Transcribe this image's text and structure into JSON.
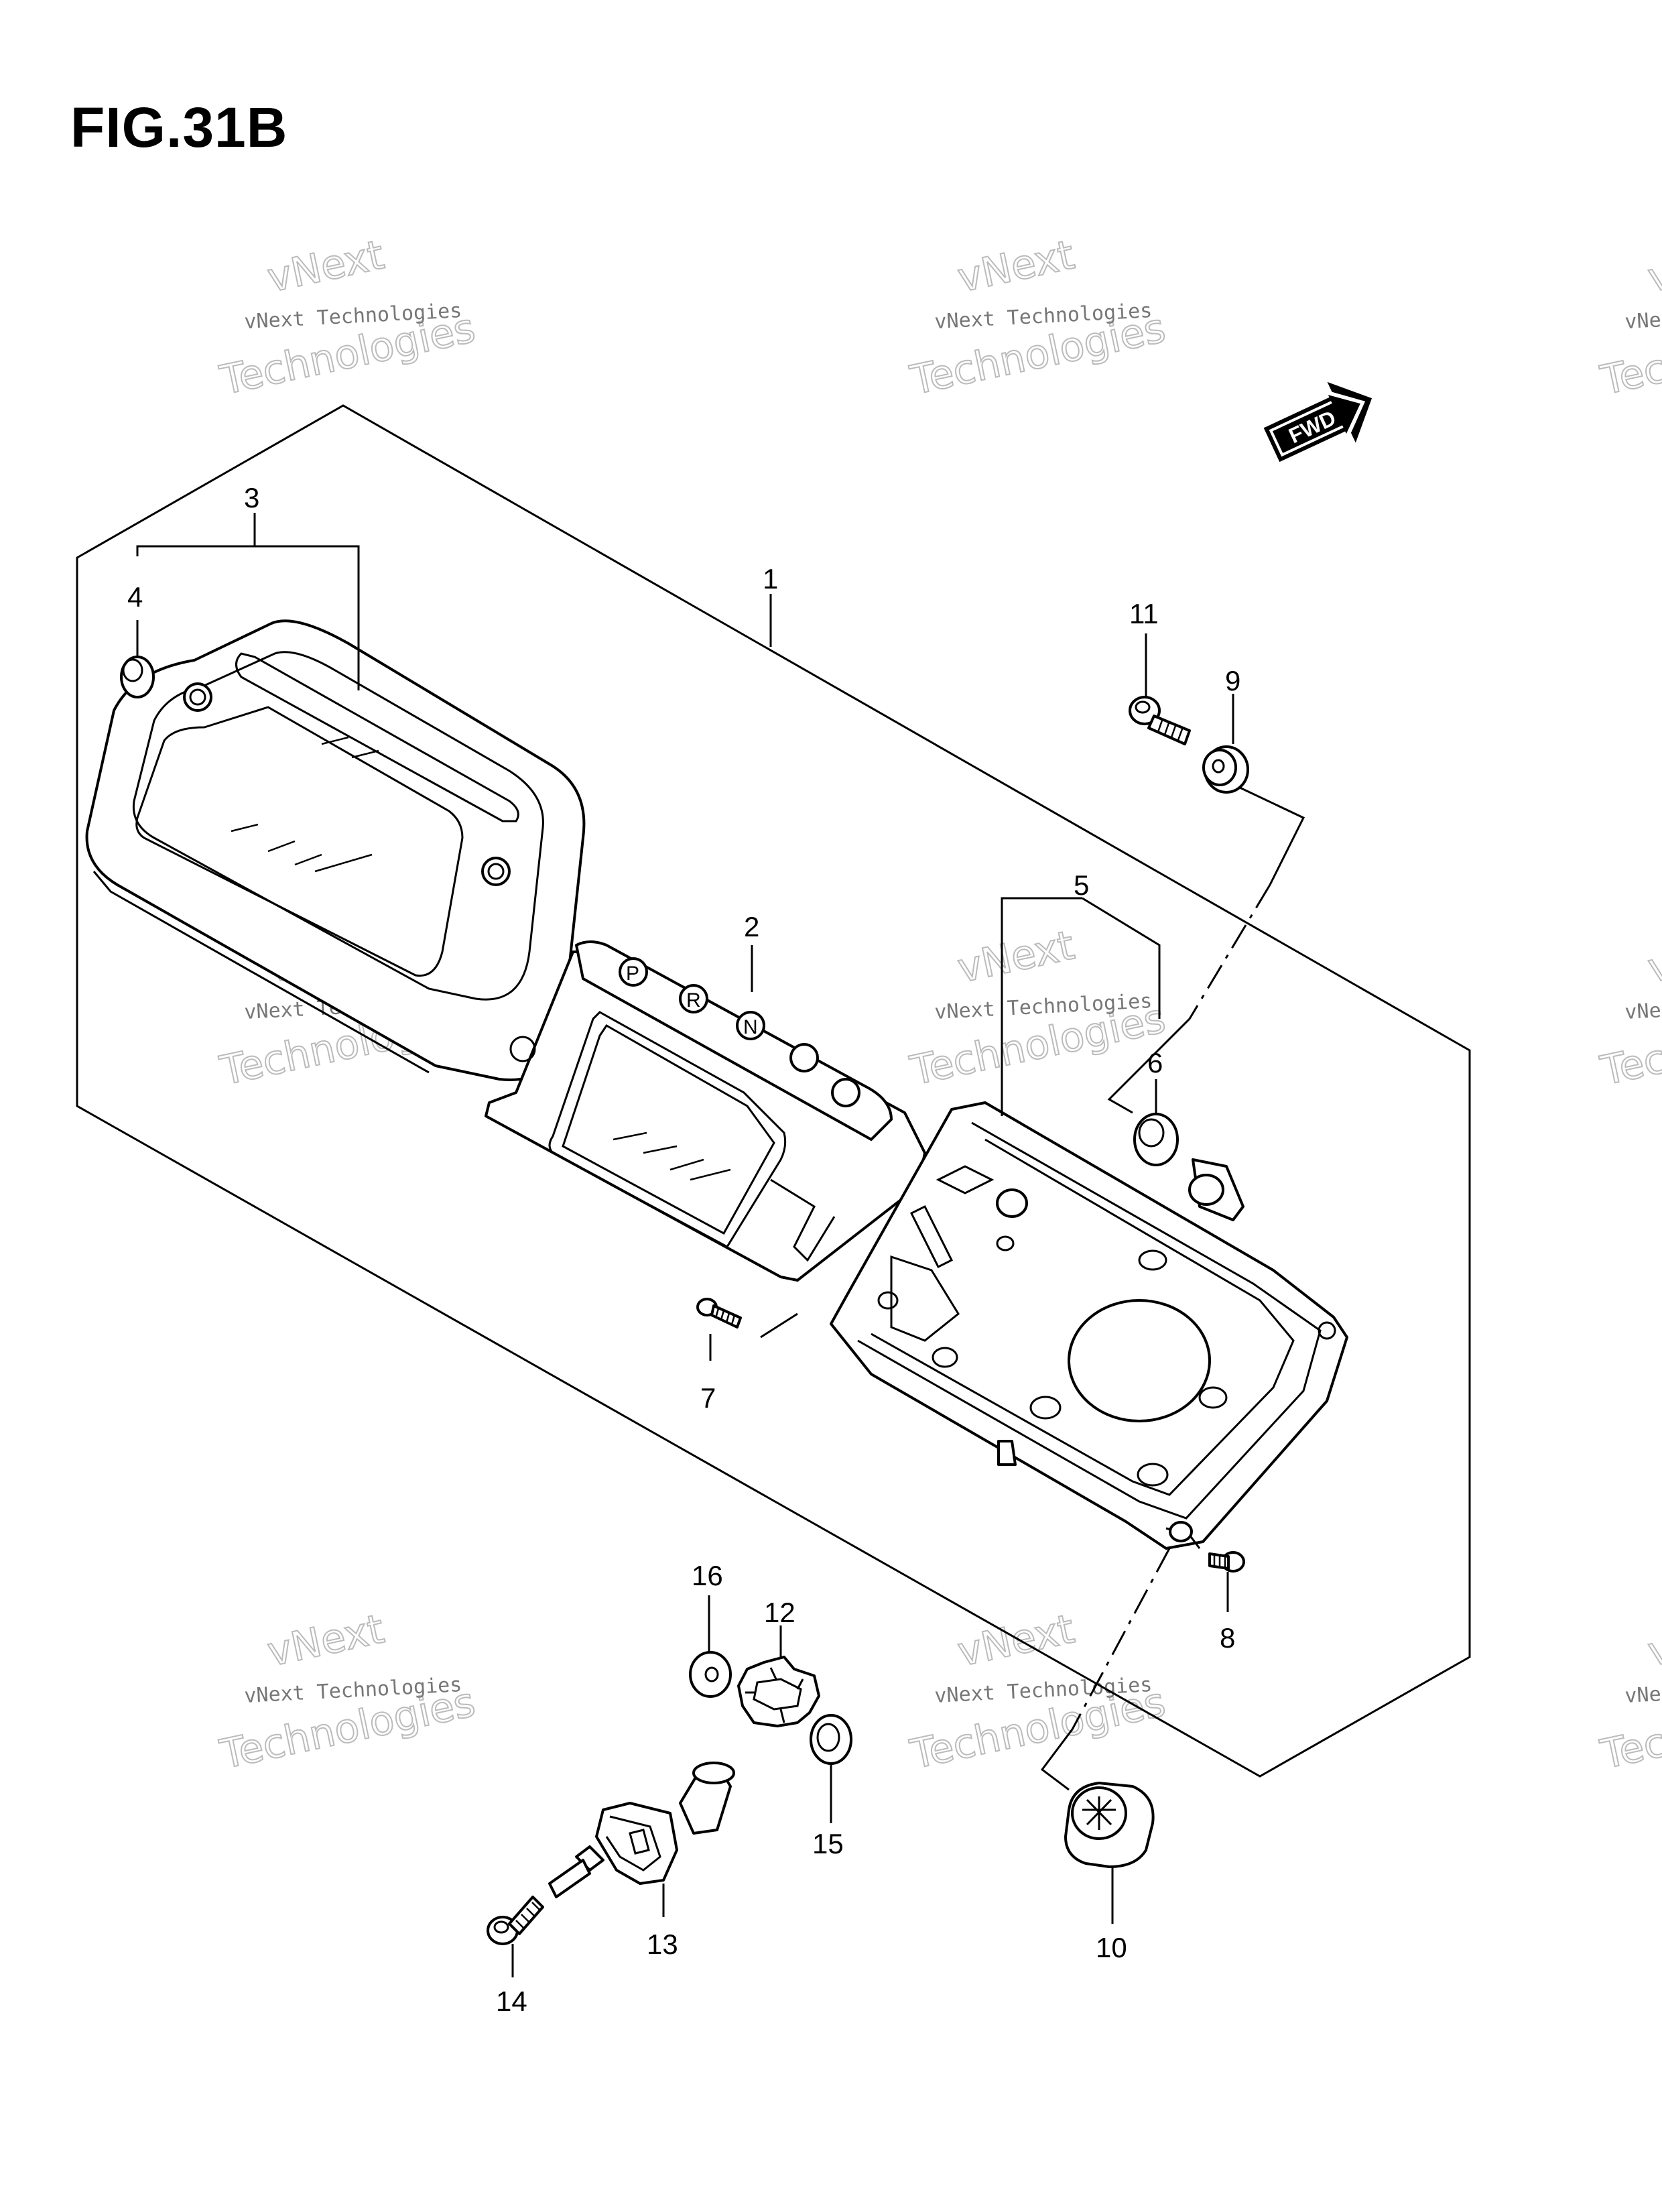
{
  "figure": {
    "title": "FIG.31B"
  },
  "fwd_arrow": {
    "label": "FWD"
  },
  "watermark": {
    "line1": "vNext Technologies",
    "line2": "vNext",
    "line3": "Technologies"
  },
  "callouts": [
    {
      "id": "1",
      "label": "1"
    },
    {
      "id": "2",
      "label": "2"
    },
    {
      "id": "3",
      "label": "3"
    },
    {
      "id": "4",
      "label": "4"
    },
    {
      "id": "5",
      "label": "5"
    },
    {
      "id": "6",
      "label": "6"
    },
    {
      "id": "7",
      "label": "7"
    },
    {
      "id": "8",
      "label": "8"
    },
    {
      "id": "9",
      "label": "9"
    },
    {
      "id": "10",
      "label": "10"
    },
    {
      "id": "11",
      "label": "11"
    },
    {
      "id": "12",
      "label": "12"
    },
    {
      "id": "13",
      "label": "13"
    },
    {
      "id": "14",
      "label": "14"
    },
    {
      "id": "15",
      "label": "15"
    },
    {
      "id": "16",
      "label": "16"
    }
  ],
  "indicators": [
    "P",
    "R",
    "N"
  ]
}
